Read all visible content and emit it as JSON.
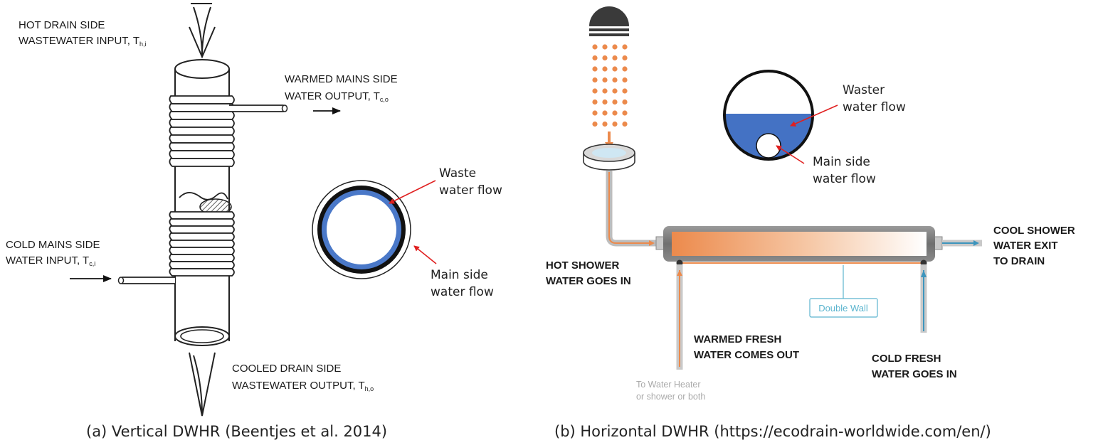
{
  "vertical": {
    "input_hot": [
      "HOT DRAIN SIDE",
      "WASTEWATER INPUT, T",
      "h,i"
    ],
    "output_warm": [
      "WARMED MAINS SIDE",
      "WATER OUTPUT, T",
      "c,o"
    ],
    "input_cold": [
      "COLD MAINS SIDE",
      "WATER INPUT, T",
      "c,i"
    ],
    "output_cooled": [
      "COOLED DRAIN SIDE",
      "WASTEWATER OUTPUT, T",
      "h,o"
    ],
    "waste_label": [
      "Waste",
      "water flow"
    ],
    "main_label": [
      "Main side",
      "water flow"
    ],
    "caption": "(a) Vertical DWHR (Beentjes et al. 2014)"
  },
  "horizontal": {
    "waste_label": [
      "Waster",
      "water flow"
    ],
    "main_label": [
      "Main side",
      "water flow"
    ],
    "hot_in": [
      "HOT SHOWER",
      "WATER GOES IN"
    ],
    "cool_exit": [
      "COOL SHOWER",
      "WATER EXIT",
      "TO DRAIN"
    ],
    "double_wall": "Double Wall",
    "warmed_out": [
      "WARMED FRESH",
      "WATER COMES OUT"
    ],
    "cold_in": [
      "COLD FRESH",
      "WATER GOES IN"
    ],
    "heater_note": [
      "To Water Heater",
      "or shower or both"
    ],
    "caption": "(b) Horizontal DWHR (https://ecodrain-worldwide.com/en/)"
  },
  "colors": {
    "hot": "#ec8a4c",
    "cold": "#3d95bd",
    "water_blue": "#4472c4",
    "arrow_red": "#e02020",
    "pipe_grey": "#888888"
  }
}
